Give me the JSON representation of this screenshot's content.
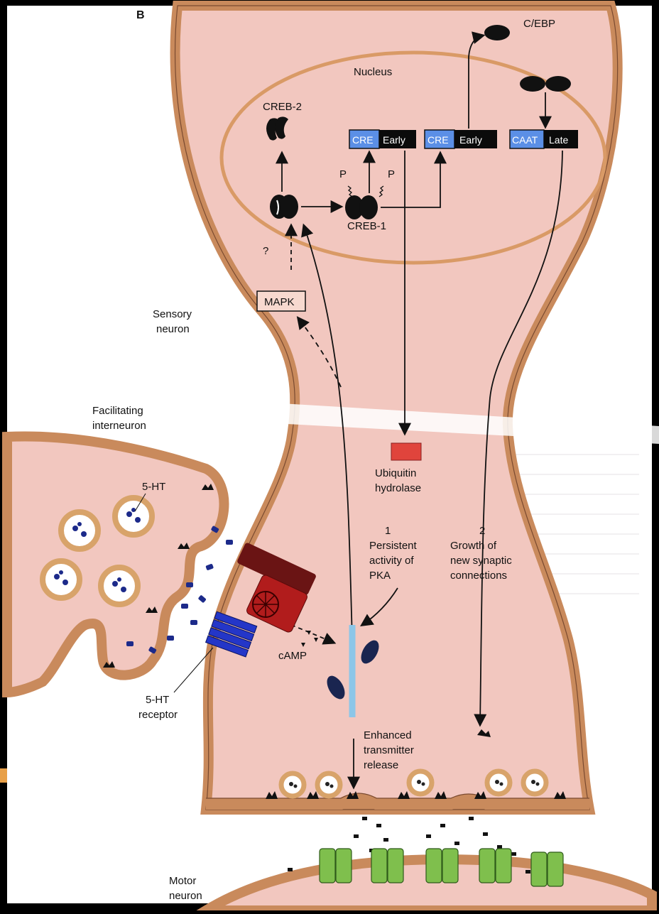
{
  "panel_letter": "B",
  "labels": {
    "nucleus": "Nucleus",
    "creb2": "CREB-2",
    "creb1": "CREB-1",
    "cebp": "C/EBP",
    "p_left": "P",
    "p_right": "P",
    "question": "?",
    "mapk": "MAPK",
    "sensory_neuron_line1": "Sensory",
    "sensory_neuron_line2": "neuron",
    "facilitating_line1": "Facilitating",
    "facilitating_line2": "interneuron",
    "ht5": "5-HT",
    "receptor_line1": "5-HT",
    "receptor_line2": "receptor",
    "camp": "cAMP",
    "ubiquitin_line1": "Ubiquitin",
    "ubiquitin_line2": "hydrolase",
    "step1_num": "1",
    "step1_line1": "Persistent",
    "step1_line2": "activity of",
    "step1_line3": "PKA",
    "step2_num": "2",
    "step2_line1": "Growth of",
    "step2_line2": "new synaptic",
    "step2_line3": "connections",
    "enhanced_line1": "Enhanced",
    "enhanced_line2": "transmitter",
    "enhanced_line3": "release",
    "motor_line1": "Motor",
    "motor_line2": "neuron"
  },
  "gene_boxes": [
    {
      "promoter": "CRE",
      "gene": "Early"
    },
    {
      "promoter": "CRE",
      "gene": "Early"
    },
    {
      "promoter": "CAAT",
      "gene": "Late"
    }
  ],
  "colors": {
    "cell_fill": "#f2c7bf",
    "cell_border": "#c98a5c",
    "nucleus_border": "#d99a66",
    "promoter_box": "#5b8fe6",
    "gene_box": "#0b0b0b",
    "ubiquitin": "#e0443c",
    "receptor": "#2436c8",
    "enzyme": "#b11c1c",
    "channel": "#7fbf4d",
    "vesicle_ring": "#d8a36a",
    "transmitter_5ht": "#1c2a8a"
  }
}
